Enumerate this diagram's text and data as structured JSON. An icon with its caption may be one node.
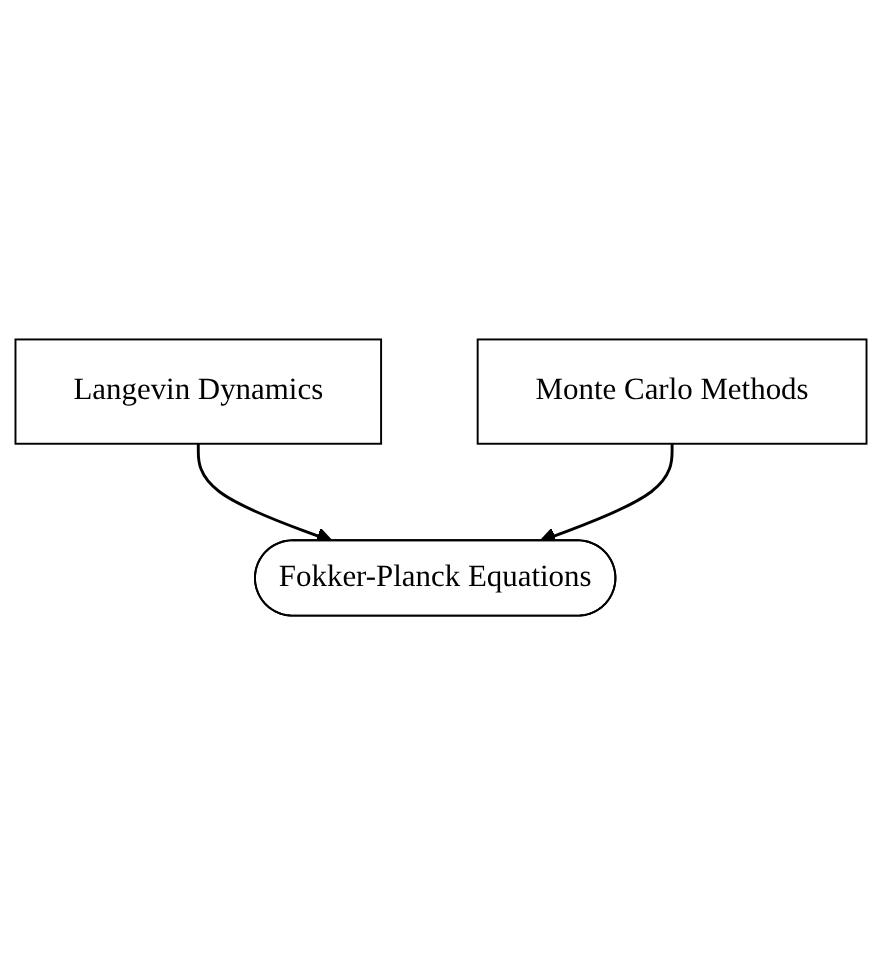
{
  "diagram": {
    "nodes": [
      {
        "text": [
          "Langevin Dynamics"
        ]
      },
      {
        "text": [
          "Fokker-Planck Equations"
        ]
      },
      {
        "text": [
          "Monte Carlo Methods"
        ]
      }
    ],
    "edges": [
      {
        "from": 0,
        "to": 1,
        "arrow": "to"
      },
      {
        "from": 2,
        "to": 1,
        "arrow": "to"
      }
    ]
  }
}
